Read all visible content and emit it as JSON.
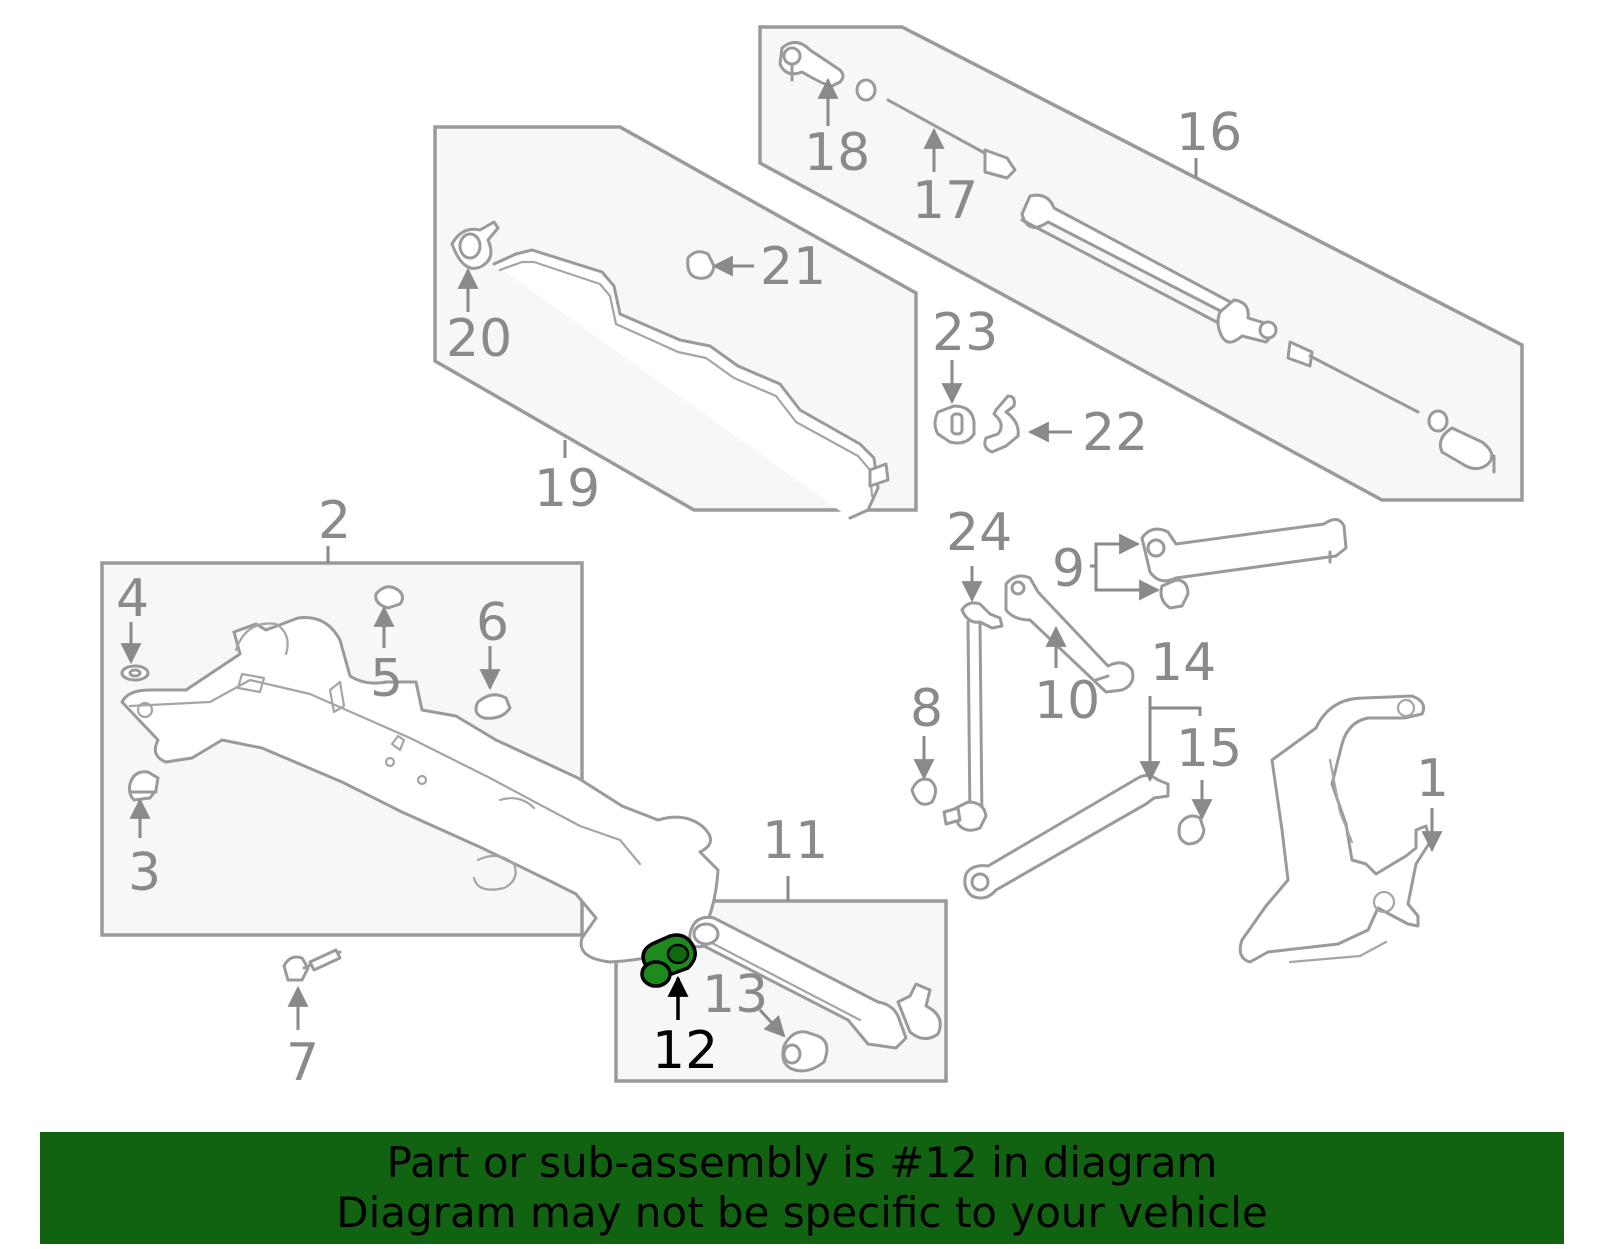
{
  "highlight_color": "#116211",
  "highlighted_part": "12",
  "callouts": {
    "c1": "1",
    "c2": "2",
    "c3": "3",
    "c4": "4",
    "c5": "5",
    "c6": "6",
    "c7": "7",
    "c8": "8",
    "c9": "9",
    "c10": "10",
    "c11": "11",
    "c12": "12",
    "c13": "13",
    "c14": "14",
    "c15": "15",
    "c16": "16",
    "c17": "17",
    "c18": "18",
    "c19": "19",
    "c20": "20",
    "c21": "21",
    "c22": "22",
    "c23": "23",
    "c24": "24"
  },
  "banner": {
    "line1": "Part or sub-assembly is #12 in diagram",
    "line2": "Diagram may not be specific to your vehicle"
  }
}
